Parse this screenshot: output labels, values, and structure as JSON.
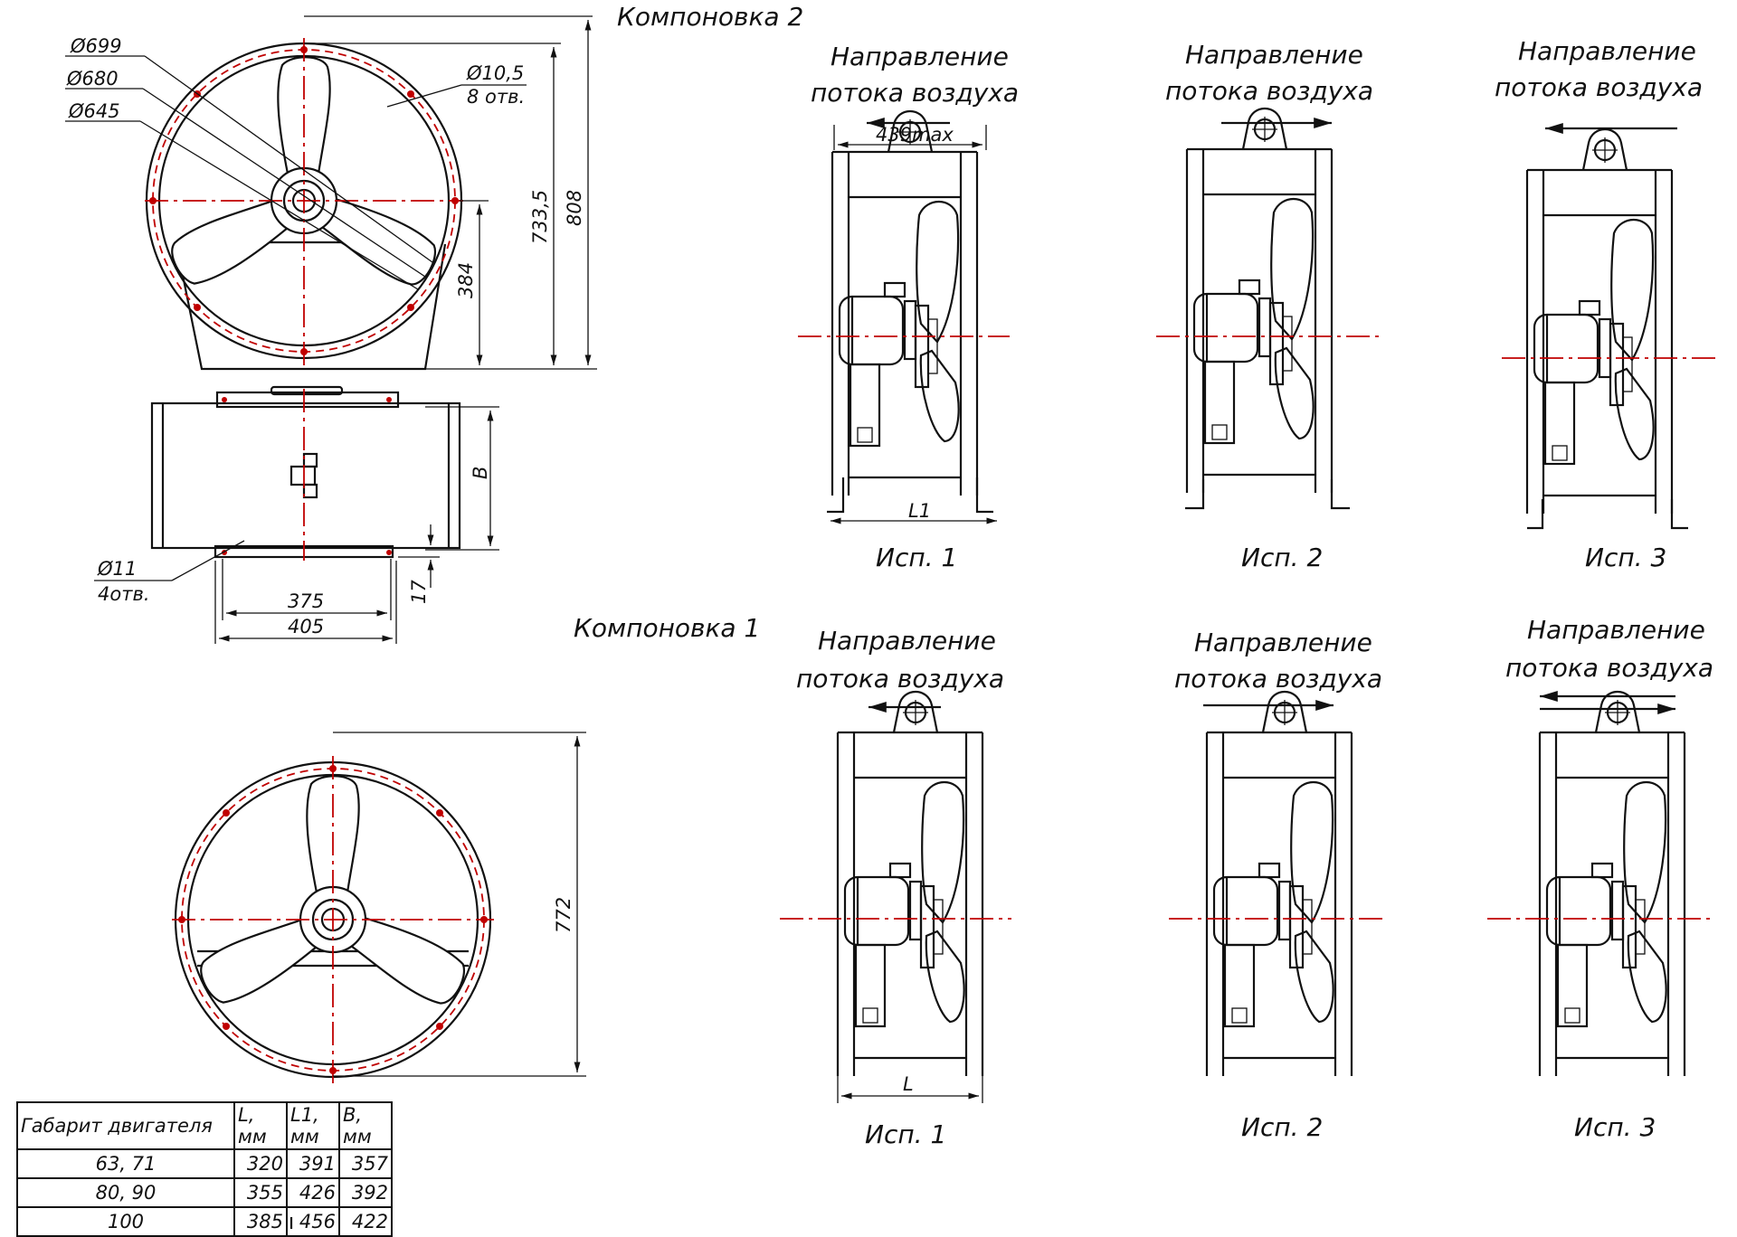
{
  "layouts": {
    "top": "Компоновка 2",
    "bottom": "Компоновка 1"
  },
  "flow_direction": [
    "Направление",
    "потока воздуха"
  ],
  "variants": [
    "Исп. 1",
    "Исп. 2",
    "Исп. 3"
  ],
  "top_front_view": {
    "d1": "Ø699",
    "d2": "Ø680",
    "d3": "Ø645",
    "hole": "Ø10,5",
    "hole_count": "8 отв.",
    "h_axis": "384",
    "h_total_inner": "733,5",
    "h_total": "808"
  },
  "top_side_view": {
    "b_label": "B",
    "foot_hole": "Ø11",
    "foot_hole_count": "4отв.",
    "w_inner": "375",
    "w_outer": "405",
    "foot_h": "17"
  },
  "bottom_front_view": {
    "h_total": "772"
  },
  "side_views": {
    "max_len": "439max",
    "l1_label": "L1",
    "l_label": "L"
  },
  "table": {
    "headers": [
      "Габарит двигателя",
      "L, мм",
      "L1, мм",
      "B, мм"
    ],
    "rows": [
      [
        "63, 71",
        "320",
        "391",
        "357"
      ],
      [
        "80, 90",
        "355",
        "426",
        "392"
      ],
      [
        "100",
        "385",
        "456",
        "422"
      ]
    ]
  }
}
